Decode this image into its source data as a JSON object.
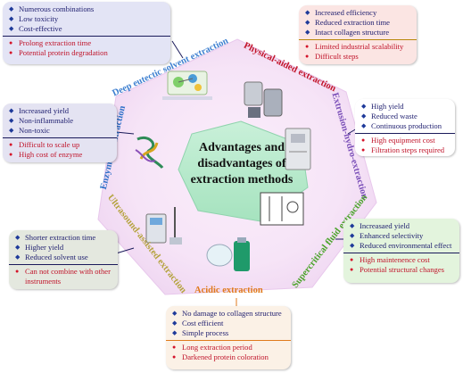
{
  "center": {
    "line1": "Advantages and",
    "line2": "disadvantages of",
    "line3": "extraction methods"
  },
  "colors": {
    "des": "#3d7fd0",
    "physical": "#c2142a",
    "extrusion": "#7a4fb8",
    "enzymatic": "#2a6fc8",
    "supercritical": "#4aa32a",
    "ultrasound": "#b4a23c",
    "acidic": "#e07a1c"
  },
  "methods": {
    "des": {
      "label": "Deep eutectic solvent extraction",
      "advantages": [
        "Numerous combinations",
        "Low toxicity",
        "Cost-effective"
      ],
      "disadvantages": [
        "Prolong extraction time",
        "Potential protein degradation"
      ]
    },
    "physical": {
      "label": "Physical-aided extraction",
      "advantages": [
        "Increased efficiency",
        "Reduced extraction time",
        "Intact collagen structure"
      ],
      "disadvantages": [
        "Limited industrial scalability",
        "Difficult steps"
      ]
    },
    "extrusion": {
      "label": "Extrusion-hydro-extraction",
      "advantages": [
        "High yield",
        "Reduced waste",
        "Continuous production"
      ],
      "disadvantages": [
        "High equipment cost",
        "Filtration steps required"
      ]
    },
    "enzymatic": {
      "label": "Enzymatic extraction",
      "advantages": [
        "Increasaed yield",
        "Non-inflammable",
        "Non-toxic"
      ],
      "disadvantages": [
        "Difficult to scale up",
        "High cost of enzyme"
      ]
    },
    "supercritical": {
      "label": "Supercritical fluid extraction",
      "advantages": [
        "Increasaed yield",
        "Enhanced selectivity",
        "Reduced environmental effect"
      ],
      "disadvantages": [
        "High maintenence cost",
        "Potential structural changes"
      ]
    },
    "ultrasound": {
      "label": "Ultrasound-assisted extraction",
      "advantages": [
        "Shorter extraction time",
        "Higher yield",
        "Reduced solvent use"
      ],
      "disadvantages": [
        "Can not combine with other instruments"
      ]
    },
    "acidic": {
      "label": "Acidic extraction",
      "advantages": [
        "No damage to collagen structure",
        "Cost efficient",
        "Simple process"
      ],
      "disadvantages": [
        "Long extraction period",
        "Darkened protein coloration"
      ]
    }
  }
}
